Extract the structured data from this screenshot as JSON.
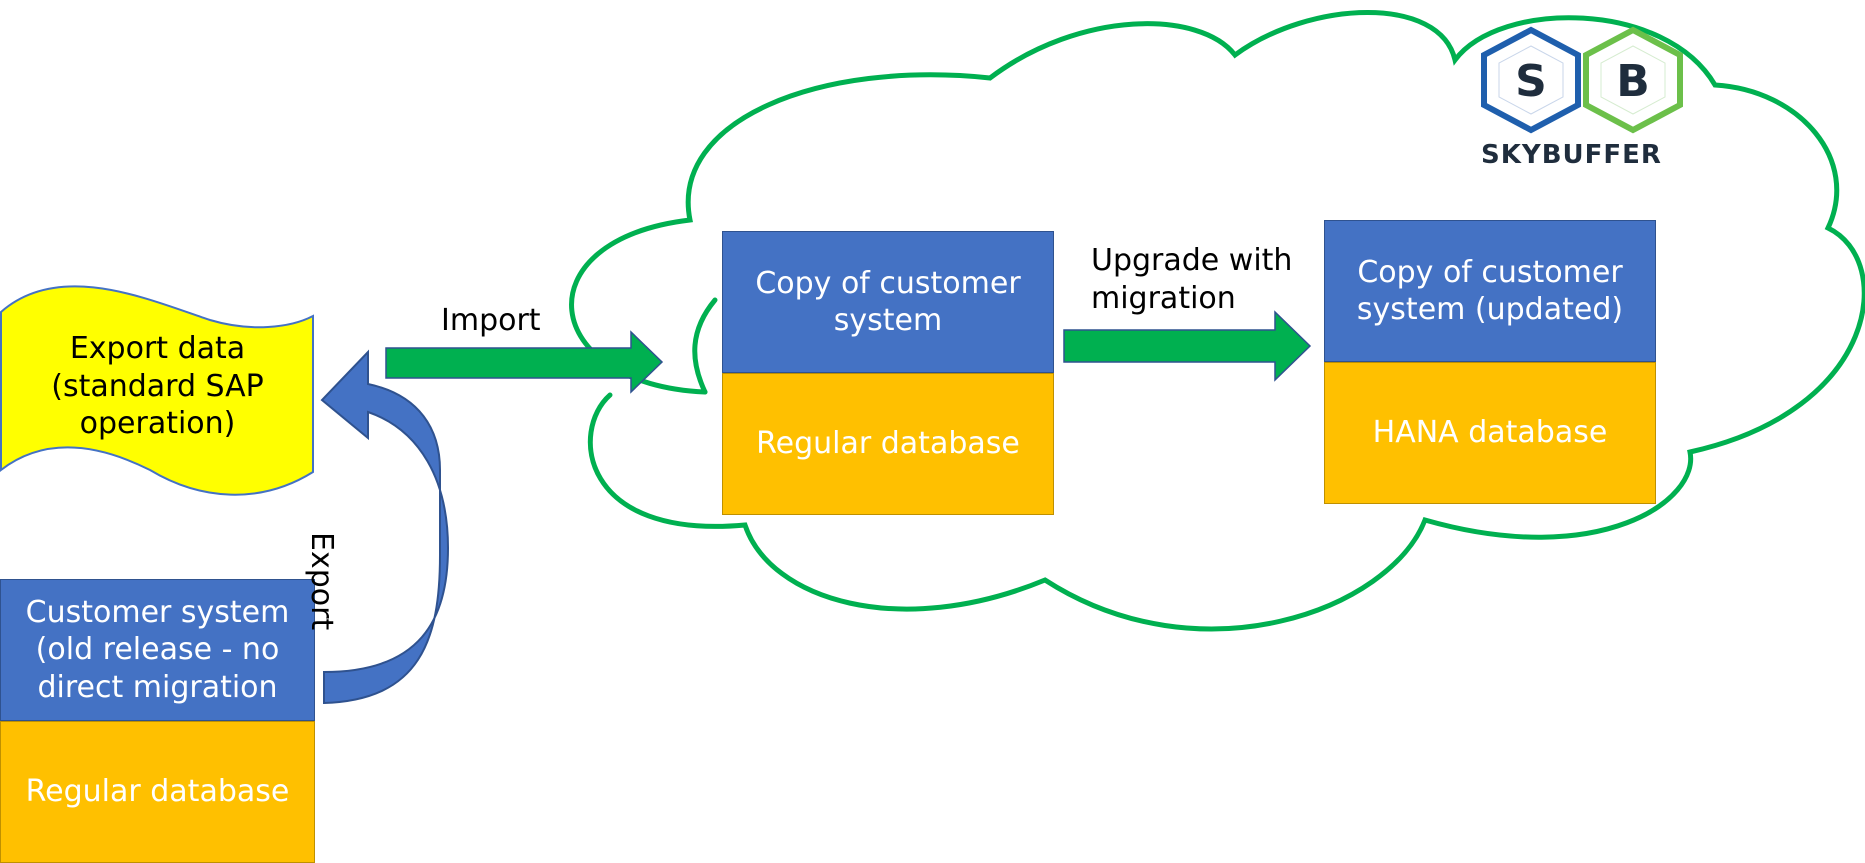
{
  "nodes": {
    "export_data": "Export data (standard SAP operation)",
    "customer_system": "Customer system (old release - no direct migration",
    "regular_database_left": "Regular database",
    "copy_customer_system": "Copy of customer system",
    "regular_database_cloud": "Regular database",
    "copy_customer_system_updated": "Copy of customer system (updated)",
    "hana_database": "HANA database"
  },
  "edges": {
    "export": "Export",
    "import": "Import",
    "upgrade": "Upgrade with migration"
  },
  "logo": {
    "letter_left": "S",
    "letter_right": "B",
    "wordmark": "SKYBUFFER"
  },
  "colors": {
    "system_blue": "#4472c4",
    "database_orange": "#ffc000",
    "cloud_green": "#00b050",
    "arrow_green": "#00b050",
    "export_arrow_blue": "#4472c4",
    "flag_yellow": "#ffff00",
    "logo_blue": "#1f5fad",
    "logo_green": "#6cc04a"
  }
}
